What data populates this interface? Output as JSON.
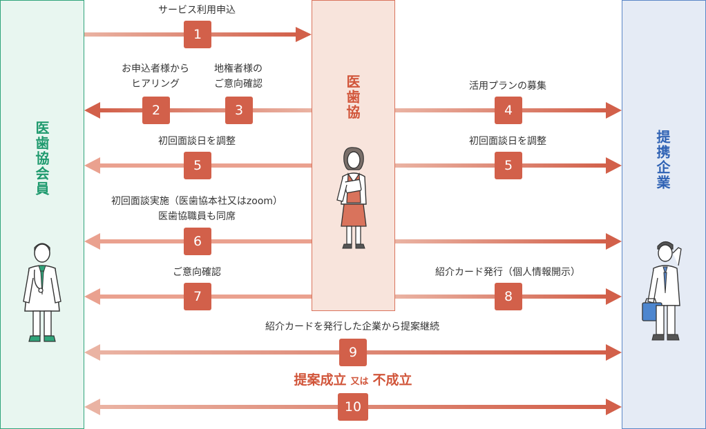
{
  "columns": {
    "members": "医歯協会員",
    "association": "医歯協",
    "companies": "提携企業"
  },
  "steps": {
    "s1": {
      "number": "1",
      "label": "サービス利用申込"
    },
    "s2": {
      "number": "2",
      "label_line1": "お申込者様から",
      "label_line2": "ヒアリング"
    },
    "s3": {
      "number": "3",
      "label_line1": "地権者様の",
      "label_line2": "ご意向確認"
    },
    "s4": {
      "number": "4",
      "label": "活用プランの募集"
    },
    "s5a": {
      "number": "5",
      "label": "初回面談日を調整"
    },
    "s5b": {
      "number": "5",
      "label": "初回面談日を調整"
    },
    "s6": {
      "number": "6",
      "label_line1": "初回面談実施（医歯協本社又はzoom）",
      "label_line2": "医歯協職員も同席"
    },
    "s7": {
      "number": "7",
      "label": "ご意向確認"
    },
    "s8": {
      "number": "8",
      "label": "紹介カード発行（個人情報開示）"
    },
    "s9": {
      "number": "9",
      "label": "紹介カードを発行した企業から提案継続"
    },
    "s10": {
      "number": "10"
    }
  },
  "result": {
    "success": "提案成立",
    "or": "又は",
    "failure": "不成立"
  },
  "colors": {
    "members": "#2fa47a",
    "association": "#d9735c",
    "companies": "#5a86c6",
    "badge": "#d2604a"
  }
}
